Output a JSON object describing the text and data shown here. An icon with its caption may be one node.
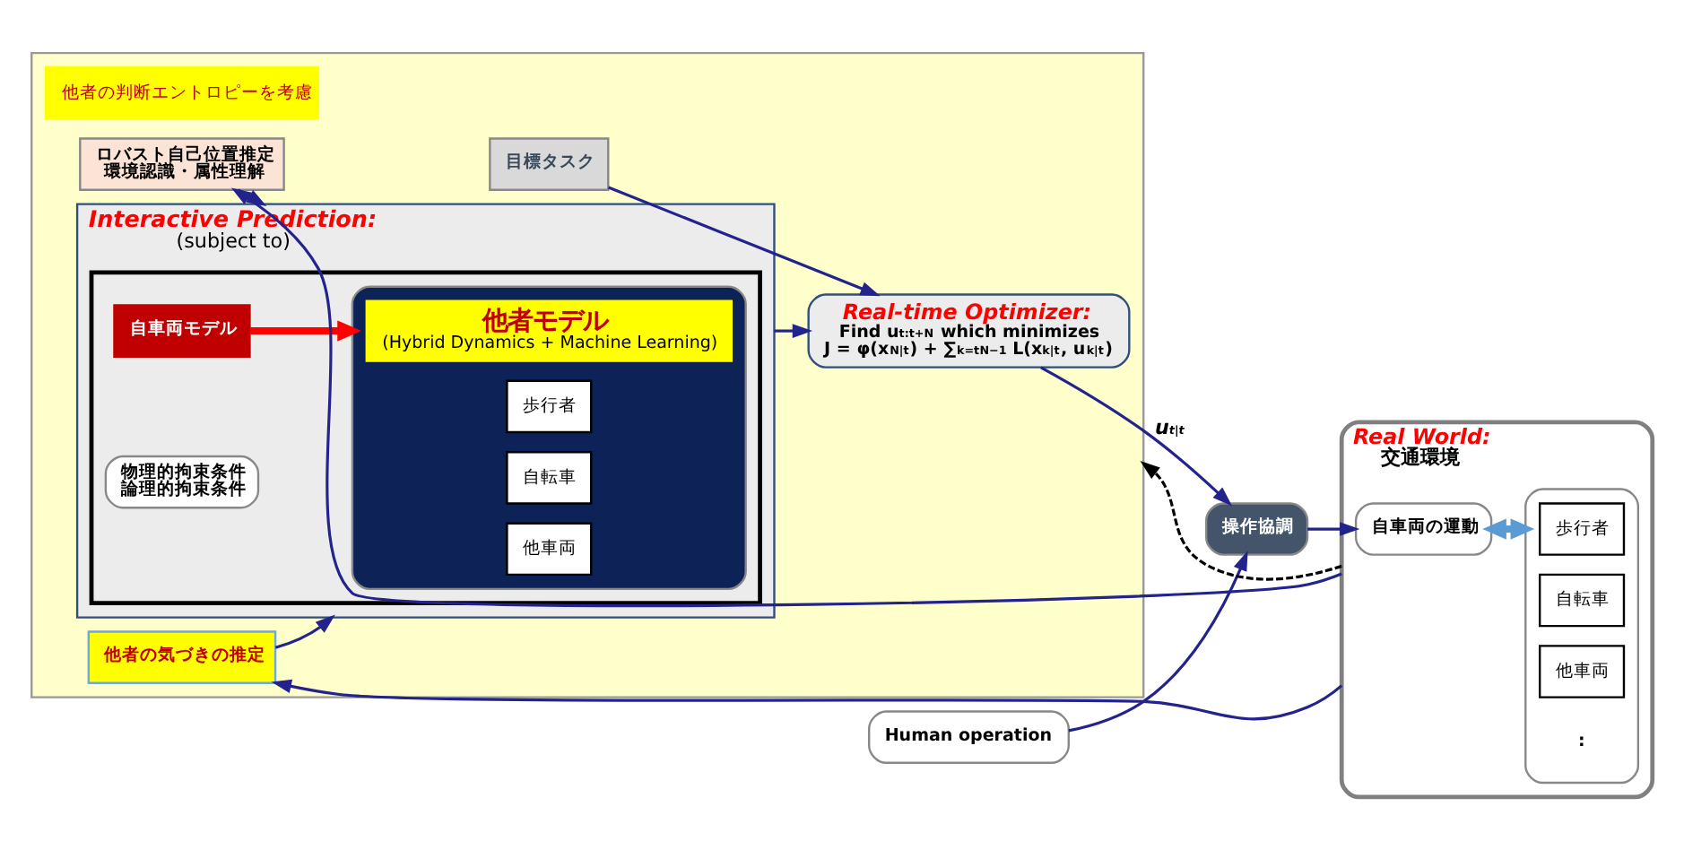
{
  "diagram": {
    "nodes": [
      {
        "text": [],
        "shape": "box"
      },
      {
        "text": [
          "Interactive Prediction:",
          "(subject to)"
        ],
        "in": 0
      },
      {
        "text": [],
        "shape": "box",
        "in": 1
      },
      {
        "text": [],
        "shape": "box",
        "in": 2
      },
      {
        "text": [
          "他者モデル",
          "(Hybrid Dynamics + Machine Learning)"
        ],
        "in": 3
      },
      {
        "text": [
          "歩行者"
        ],
        "in": 3
      },
      {
        "text": [
          "自転車"
        ],
        "in": 3
      },
      {
        "text": [
          "他車両"
        ],
        "in": 3
      },
      {
        "text": [
          "自車両モデル"
        ],
        "in": 2
      },
      {
        "text": [
          "物理的拘束条件",
          "論理的拘束条件"
        ],
        "in": 2
      },
      {
        "text": [
          "目標タスク"
        ],
        "in": 0
      },
      {
        "text": [
          "Real-time Optimizer:",
          "Find u$_{t:t+N}$ which minimizes",
          "J = φ(x$_{N|t}$) + ∑$_{k=t}$$^{N−1}$ L(x$_{k|t}$, u$_{k|t}$)"
        ],
        "in": 0
      },
      {
        "text": [
          "他者の判断エントロピーを考慮"
        ],
        "in": 0
      },
      {
        "text": [
          "ロバスト自己位置推定",
          "環境認識・属性理解"
        ],
        "in": 0
      },
      {
        "text": [
          "他者の気づきの推定"
        ],
        "in": 0
      },
      {
        "text": [
          "Human operation"
        ]
      },
      {
        "text": [
          "操作協調"
        ]
      },
      {
        "text": [
          "Real World:",
          "交通環境"
        ]
      },
      {
        "text": [
          "自車両の運動"
        ],
        "in": 17
      },
      {
        "text": [],
        "shape": "box",
        "in": 17
      },
      {
        "text": [
          "歩行者"
        ],
        "in": 19
      },
      {
        "text": [
          "自転車"
        ],
        "in": 19
      },
      {
        "text": [
          "他車両"
        ],
        "in": 19
      }
    ],
    "edges": [
      {
        "from": 11,
        "to": 16,
        "arrow": "to",
        "label": "u$_{t|t}$"
      },
      {
        "from": 15,
        "to": 16,
        "arrow": "to"
      },
      {
        "from": 16,
        "to": 18,
        "arrow": "to"
      },
      {
        "from": 10,
        "to": 11,
        "arrow": "to"
      },
      {
        "from": 1,
        "to": 11,
        "arrow": "to"
      },
      {
        "from": 13,
        "to": 1,
        "arrow": "to"
      },
      {
        "from": 14,
        "to": 1,
        "arrow": "to"
      },
      {
        "from": 17,
        "to": 13,
        "arrow": "to"
      },
      {
        "from": 17,
        "to": 14,
        "arrow": "to"
      },
      {
        "from": 8,
        "to": 3,
        "arrow": "to",
        "style": "thick",
        "color": "#ff0000"
      },
      {
        "from": 18,
        "to": 19,
        "arrow": "both",
        "style": "thick",
        "color": "#5b9bd5"
      },
      {
        "from": 17,
        "to": 0,
        "arrow": "to",
        "style": "dashed",
        "color": "#000000"
      }
    ],
    "labels": [
      ":"
    ]
  }
}
